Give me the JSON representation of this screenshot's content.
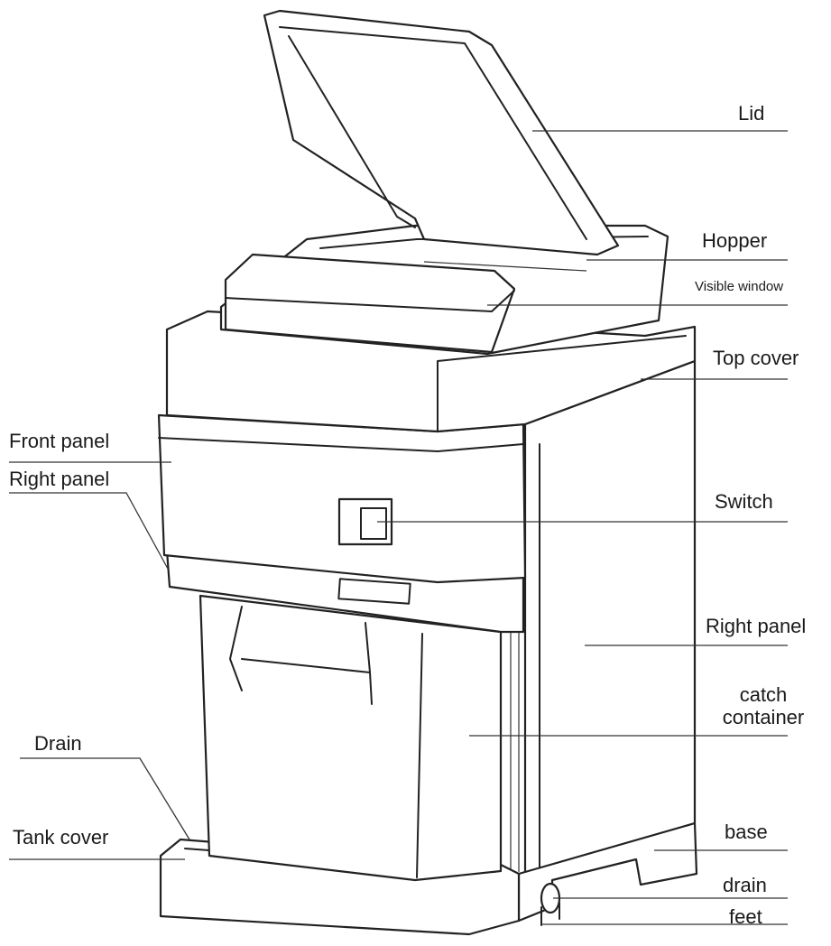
{
  "labels": {
    "lid": "Lid",
    "hopper": "Hopper",
    "visible_window": "Visible window",
    "top_cover": "Top cover",
    "front_panel": "Front panel",
    "right_panel_left": "Right panel",
    "switch": "Switch",
    "right_panel_right": "Right panel",
    "catch_container_line1": "catch",
    "catch_container_line2": "container",
    "drain_left": "Drain",
    "tank_cover": "Tank cover",
    "base": "base",
    "drain_right": "drain",
    "feet": "feet"
  },
  "colors": {
    "line": "#222222",
    "background": "#ffffff"
  }
}
